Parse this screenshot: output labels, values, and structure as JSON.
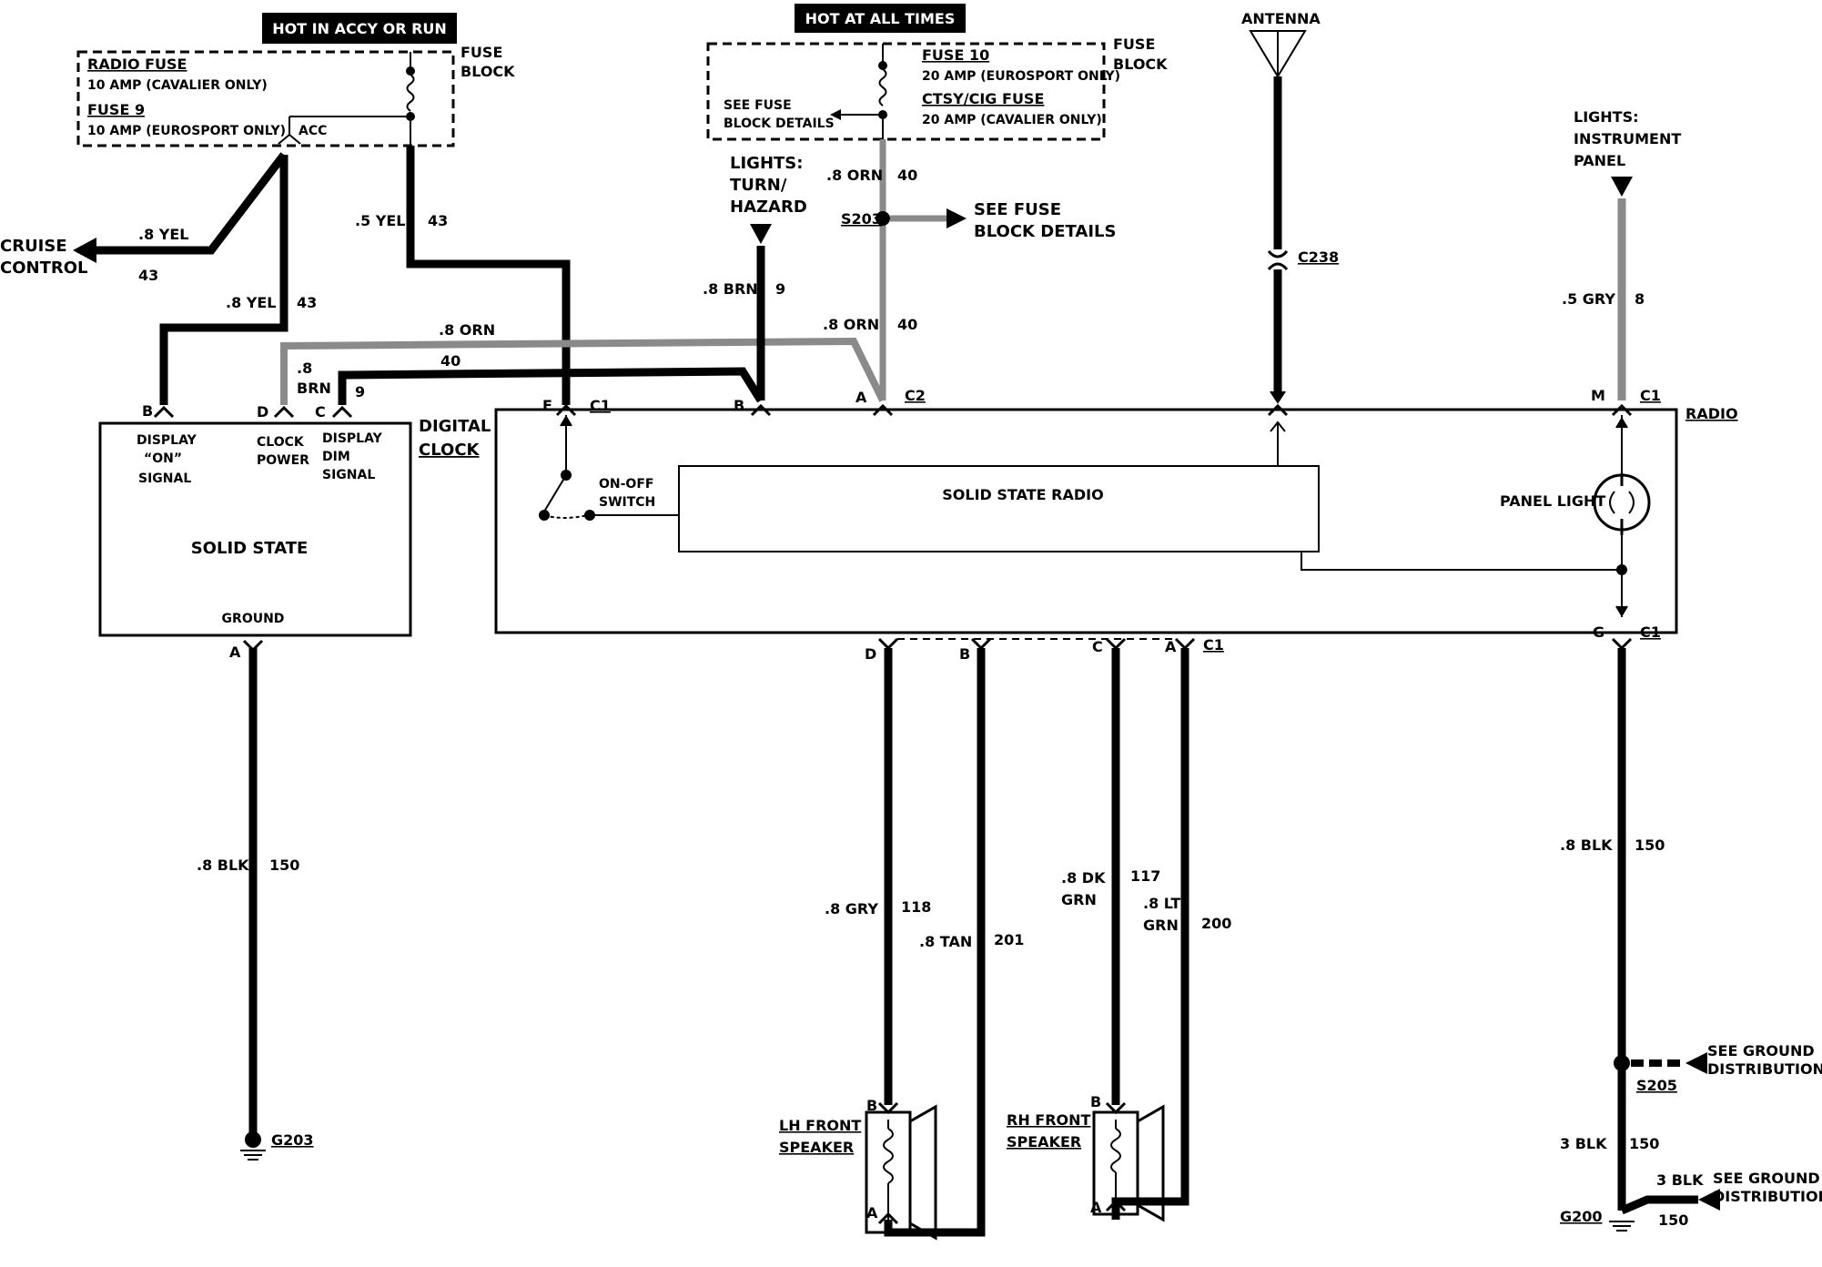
{
  "fuse_block_left": {
    "hot_label": "HOT IN ACCY OR RUN",
    "block_label_1": "FUSE",
    "block_label_2": "BLOCK",
    "radio_fuse_name": "RADIO FUSE",
    "radio_fuse_rating": "10 AMP (CAVALIER ONLY)",
    "fuse9_name": "FUSE 9",
    "fuse9_rating": "10 AMP (EUROSPORT ONLY)",
    "acc_label": "ACC"
  },
  "fuse_block_right": {
    "hot_label": "HOT AT ALL TIMES",
    "block_label_1": "FUSE",
    "block_label_2": "BLOCK",
    "fuse10_name": "FUSE 10",
    "fuse10_rating": "20 AMP (EUROSPORT ONLY)",
    "ctsy_name": "CTSY/CIG FUSE",
    "ctsy_rating": "20 AMP (CAVALIER ONLY)",
    "see_fuse_1": "SEE FUSE",
    "see_fuse_2": "BLOCK DETAILS"
  },
  "cruise": {
    "line1": "CRUISE",
    "line2": "CONTROL",
    "wire": ".8 YEL",
    "circuit": "43"
  },
  "wire_labels": {
    "yel8_b": ".8 YEL",
    "yel8_b_num": "43",
    "yel5": ".5 YEL",
    "yel5_num": "43",
    "orn8_top": ".8 ORN",
    "orn8_top_num": "40",
    "orn8_mid": ".8 ORN",
    "orn8_mid_num": "40",
    "orn8_horiz": ".8 ORN",
    "orn8_horiz_num": "40",
    "brn8_left_1": ".8",
    "brn8_left_2": "BRN",
    "brn8_left_num": "9",
    "brn8": ".8 BRN",
    "brn8_num": "9",
    "gry5": ".5 GRY",
    "gry5_num": "8",
    "blk_clock": ".8 BLK",
    "blk_clock_num": "150",
    "blk_radio": ".8 BLK",
    "blk_radio_num": "150",
    "blk3": "3 BLK",
    "blk3_num": "150",
    "blk3_b": "3 BLK",
    "blk3_b_num": "150",
    "gry8": ".8 GRY",
    "gry8_num": "118",
    "tan8": ".8 TAN",
    "tan8_num": "201",
    "dkgrn_1": ".8 DK",
    "dkgrn_2": "GRN",
    "dkgrn_num": "117",
    "ltgrn_1": ".8 LT",
    "ltgrn_2": "GRN",
    "ltgrn_num": "200"
  },
  "lights_turn": {
    "line1": "LIGHTS:",
    "line2": "TURN/",
    "line3": "HAZARD"
  },
  "lights_panel": {
    "line1": "LIGHTS:",
    "line2": "INSTRUMENT",
    "line3": "PANEL"
  },
  "splice_s203": {
    "id": "S203",
    "label1": "SEE FUSE",
    "label2": "BLOCK DETAILS"
  },
  "antenna": {
    "label": "ANTENNA",
    "connector": "C238"
  },
  "clock": {
    "pin_b": "B",
    "pin_d": "D",
    "pin_c": "C",
    "b_l1": "DISPLAY",
    "b_l2": "“ON”",
    "b_l3": "SIGNAL",
    "d_l1": "CLOCK",
    "d_l2": "POWER",
    "c_l1": "DISPLAY",
    "c_l2": "DIM",
    "c_l3": "SIGNAL",
    "name1": "DIGITAL",
    "name2": "CLOCK",
    "body": "SOLID STATE",
    "ground": "GROUND",
    "pin_a": "A",
    "ground_id": "G203"
  },
  "radio": {
    "name": "RADIO",
    "solid_state": "SOLID STATE RADIO",
    "switch_1": "ON-OFF",
    "switch_2": "SWITCH",
    "panel_light": "PANEL LIGHT",
    "pin_f": "F",
    "c1": "C1",
    "pin_b": "B",
    "pin_a": "A",
    "c2": "C2",
    "pin_m": "M",
    "pin_g": "G",
    "pin_d2": "D",
    "pin_b2": "B",
    "pin_c2": "C",
    "pin_a2": "A"
  },
  "speakers": {
    "lh_1": "LH FRONT",
    "lh_2": "SPEAKER",
    "rh_1": "RH FRONT",
    "rh_2": "SPEAKER",
    "pin_b": "B",
    "pin_a": "A"
  },
  "ground": {
    "s205": "S205",
    "see1_l1": "SEE GROUND",
    "see1_l2": "DISTRIBUTION",
    "g200": "G200",
    "see2_l1": "SEE GROUND",
    "see2_l2": "DISTRIBUTION"
  }
}
